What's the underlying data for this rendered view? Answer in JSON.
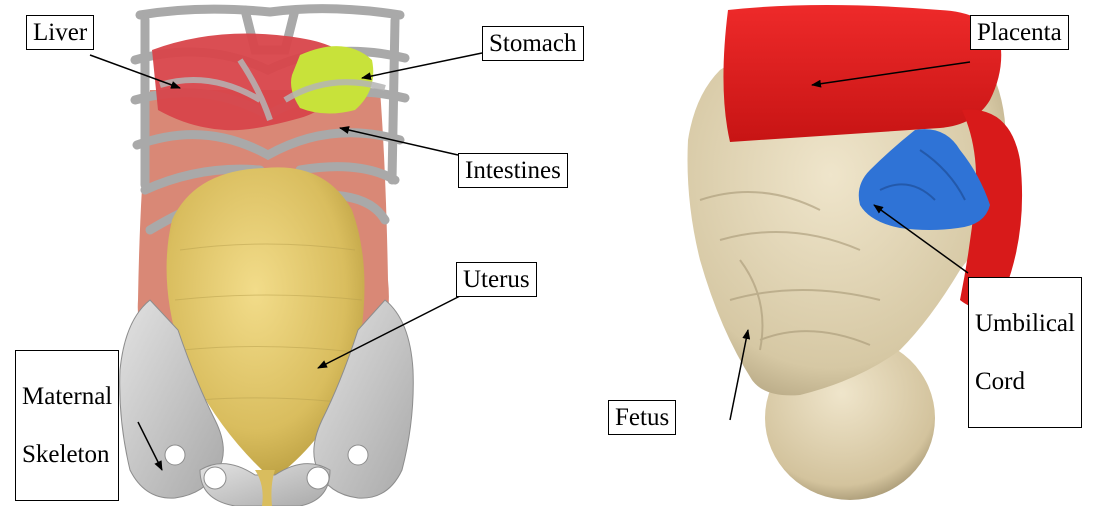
{
  "figure": {
    "left_panel": {
      "labels": {
        "liver": "Liver",
        "stomach": "Stomach",
        "intestines": "Intestines",
        "uterus": "Uterus",
        "maternal_skeleton_line1": "Maternal",
        "maternal_skeleton_line2": "Skeleton"
      }
    },
    "right_panel": {
      "labels": {
        "placenta": "Placenta",
        "umbilical_cord_line1": "Umbilical",
        "umbilical_cord_line2": "Cord",
        "fetus": "Fetus"
      }
    }
  },
  "colors": {
    "liver": "#d8454a",
    "stomach": "#c8e23a",
    "intestines": "#d98876",
    "uterus": "#e3c866",
    "skeleton": "#c9c9c9",
    "placenta": "#e21b1b",
    "umbilical_cord": "#2f73d6",
    "fetus": "#ddd0b0"
  },
  "icons": [
    "pelvis-bone-shape",
    "rib-cage-shape",
    "organ-shape"
  ]
}
